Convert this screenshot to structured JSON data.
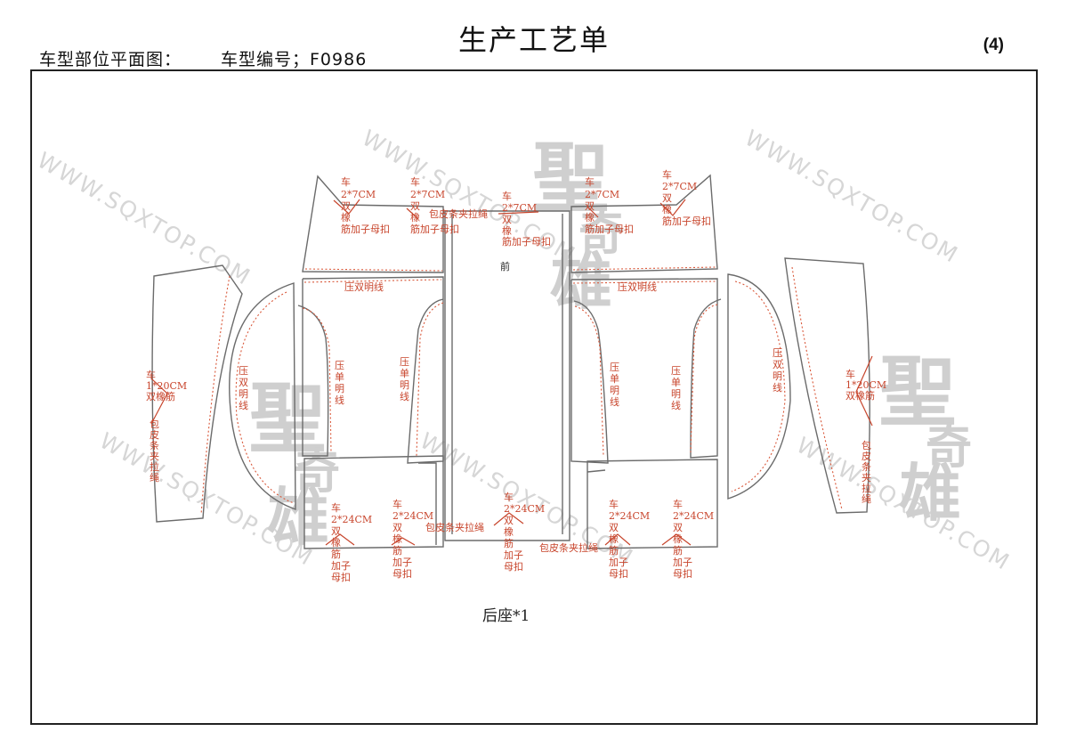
{
  "header": {
    "title": "生产工艺单",
    "subtitle": "车型部位平面图：",
    "model_number": "车型编号；F0986",
    "page_number": "(4)"
  },
  "watermark": {
    "url": "WWW.SQXTOP.COM",
    "logo_chars": [
      "聖",
      "奇",
      "雄"
    ]
  },
  "labels": {
    "front": "前",
    "part_name": "后座*1"
  },
  "annotations": {
    "top_l1": [
      "车",
      "2*7CM",
      "双",
      "橡",
      "筋加子母扣"
    ],
    "top_l2": [
      "车",
      "2*7CM",
      "双",
      "橡",
      "筋加子母扣"
    ],
    "top_c": [
      "车",
      "2*7CM",
      "双",
      "橡",
      "筋加子母扣"
    ],
    "top_r1": [
      "车",
      "2*7CM",
      "双",
      "橡",
      "筋加子母扣"
    ],
    "top_r2": [
      "车",
      "2*7CM",
      "双",
      "橡",
      "筋加子母扣"
    ],
    "strap_top": "包皮条夹拉绳",
    "double_line_l": "压双明线",
    "double_line_r": "压双明线",
    "single_line": [
      "压",
      "单",
      "明",
      "线"
    ],
    "double_line_v": [
      "压",
      "双",
      "明",
      "线"
    ],
    "side_l": [
      "车",
      "1*20CM",
      "双橡筋"
    ],
    "side_r": [
      "车",
      "1*20CM",
      "双橡筋"
    ],
    "strap_v": [
      "包",
      "皮",
      "条",
      "夹",
      "拉",
      "绳"
    ],
    "bottom_24": [
      "车",
      "2*24CM",
      "双",
      "橡",
      "筋",
      "加子",
      "母扣"
    ],
    "strap_bottom_l": "包皮条夹拉绳",
    "strap_bottom_r": "包皮条夹拉绳"
  }
}
